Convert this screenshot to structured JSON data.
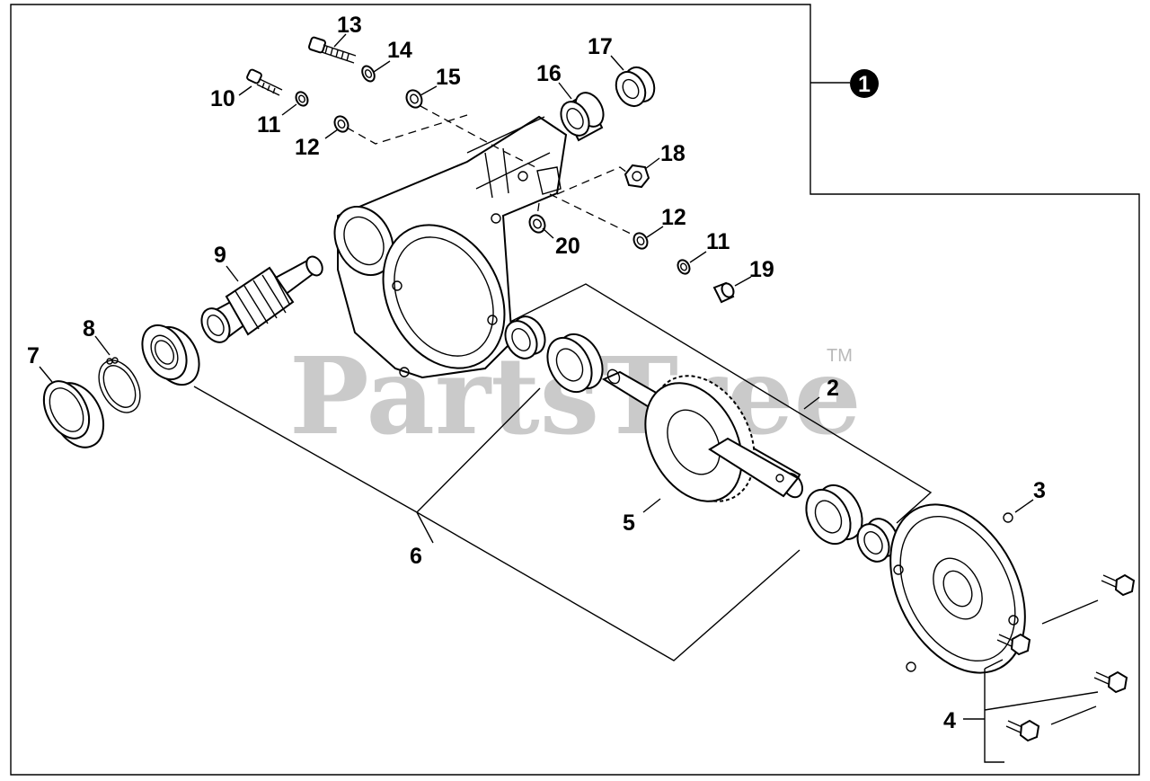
{
  "watermark": {
    "brand": "PartsTree",
    "trademark": "TM"
  },
  "callouts": {
    "c1": "1",
    "c2": "2",
    "c3": "3",
    "c4": "4",
    "c5": "5",
    "c6": "6",
    "c7": "7",
    "c8": "8",
    "c9": "9",
    "c10": "10",
    "c11a": "11",
    "c11b": "11",
    "c12a": "12",
    "c12b": "12",
    "c13": "13",
    "c14": "14",
    "c15": "15",
    "c16": "16",
    "c17": "17",
    "c18": "18",
    "c19": "19",
    "c20": "20"
  }
}
